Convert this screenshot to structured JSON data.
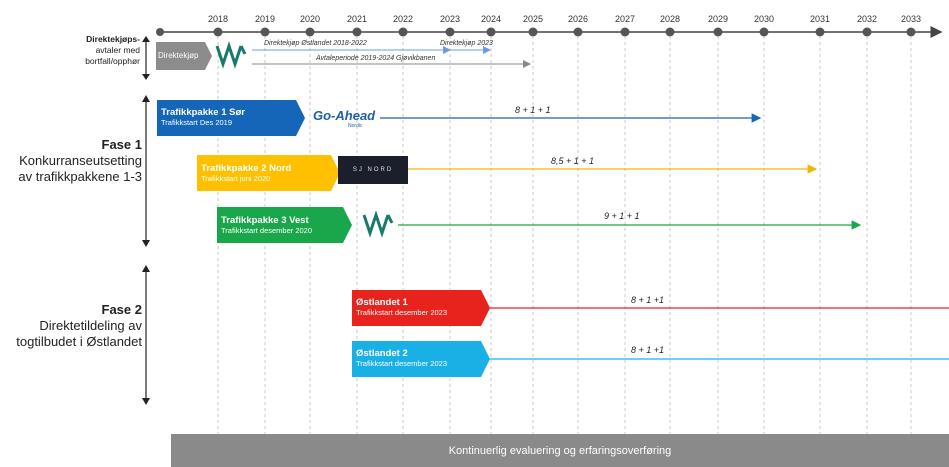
{
  "timeline": {
    "years": [
      "2018",
      "2019",
      "2020",
      "2021",
      "2022",
      "2023",
      "2024",
      "2025",
      "2026",
      "2027",
      "2028",
      "2029",
      "2030",
      "2031",
      "2032",
      "2033"
    ]
  },
  "direct": {
    "label_line1": "Direktekjøps-",
    "label_line2": "avtaler med",
    "label_line3": "bortfall/opphør",
    "box_label": "Direktekjøp",
    "line1": "Direktekjøp Østlandet 2018-2022",
    "line2": "Direktekjøp 2023",
    "line3": "Avtaleperiode 2019-2024 Gjøvikbanen"
  },
  "phase1": {
    "title": "Fase 1",
    "line1": "Konkurranseutsetting",
    "line2": "av trafikkpakkene 1-3"
  },
  "phase2": {
    "title": "Fase 2",
    "line1": "Direktetildeling av",
    "line2": "togtilbudet i Østlandet"
  },
  "packages": [
    {
      "title": "Trafikkpakke 1 Sør",
      "sub": "Trafikkstart Des 2019",
      "term": "8 + 1 + 1",
      "operator": "Go-Ahead",
      "operator_sub": "Nordic",
      "color": "#1565b8"
    },
    {
      "title": "Trafikkpakke 2 Nord",
      "sub": "Trafikkstart juni 2020",
      "term": "8,5 + 1 + 1",
      "operator": "SJ NORD",
      "color": "#ffc000"
    },
    {
      "title": "Trafikkpakke 3 Vest",
      "sub": "Trafikkstart desember 2020",
      "term": "9 + 1 + 1",
      "operator": "Vy",
      "color": "#1aa64a"
    },
    {
      "title": "Østlandet 1",
      "sub": "Trafikkstart desember 2023",
      "term": "8 + 1 +1",
      "color": "#e8221c"
    },
    {
      "title": "Østlandet 2",
      "sub": "Trafikkstart desember 2023",
      "term": "8 + 1 +1",
      "color": "#1ab0e6"
    }
  ],
  "bottom": {
    "label": "Kontinuerlig evaluering og erfaringsoverføring"
  }
}
